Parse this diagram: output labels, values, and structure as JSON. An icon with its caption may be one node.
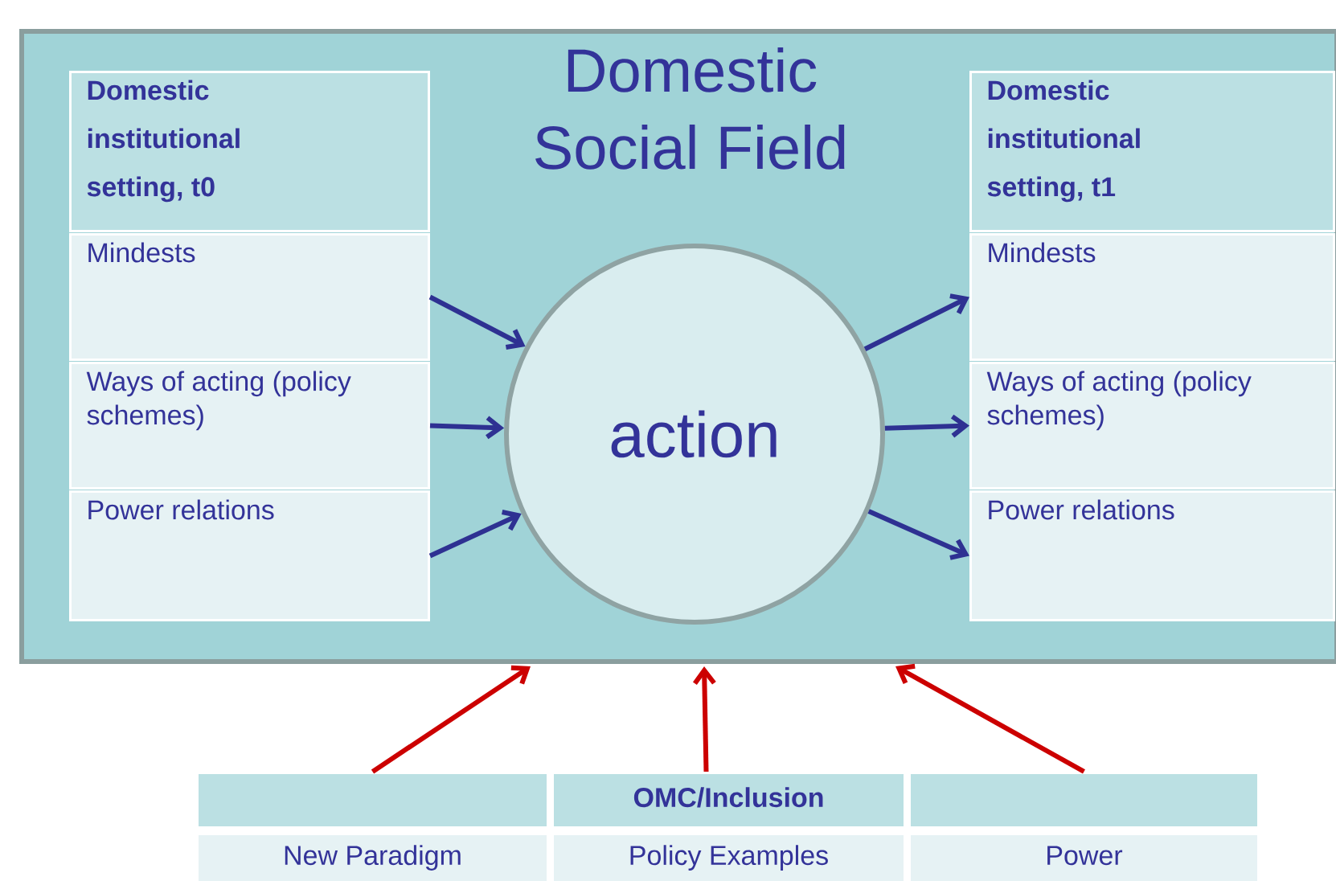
{
  "diagram": {
    "nodes": [
      {
        "text": [
          "Domestic Social Field"
        ]
      },
      {
        "text": [
          "Domestic institutional setting, t0"
        ],
        "in": 0
      },
      {
        "text": [
          "Mindests"
        ],
        "in": 0
      },
      {
        "text": [
          "Ways of acting (policy schemes)"
        ],
        "in": 0
      },
      {
        "text": [
          "Power relations"
        ],
        "in": 0
      },
      {
        "text": [
          "action"
        ],
        "in": 0
      },
      {
        "text": [
          "Domestic institutional setting, t1"
        ],
        "in": 0
      },
      {
        "text": [
          "Mindests"
        ],
        "in": 0
      },
      {
        "text": [
          "Ways of acting (policy schemes)"
        ],
        "in": 0
      },
      {
        "text": [
          "Power relations"
        ],
        "in": 0
      },
      {
        "text": [],
        "shape": "box"
      },
      {
        "text": [
          "OMC/Inclusion"
        ]
      },
      {
        "text": [],
        "shape": "box"
      },
      {
        "text": [
          "New Paradigm"
        ]
      },
      {
        "text": [
          "Policy Examples"
        ]
      },
      {
        "text": [
          "Power"
        ]
      }
    ],
    "edges": [
      {
        "from": 2,
        "to": 5,
        "arrow": "to"
      },
      {
        "from": 3,
        "to": 5,
        "arrow": "to"
      },
      {
        "from": 4,
        "to": 5,
        "arrow": "to"
      },
      {
        "from": 5,
        "to": 7,
        "arrow": "to"
      },
      {
        "from": 5,
        "to": 8,
        "arrow": "to"
      },
      {
        "from": 5,
        "to": 9,
        "arrow": "to"
      },
      {
        "from": 10,
        "to": 0,
        "arrow": "to",
        "color": "#cc0000"
      },
      {
        "from": 11,
        "to": 0,
        "arrow": "to",
        "color": "#cc0000"
      },
      {
        "from": 12,
        "to": 0,
        "arrow": "to",
        "color": "#cc0000"
      }
    ]
  }
}
